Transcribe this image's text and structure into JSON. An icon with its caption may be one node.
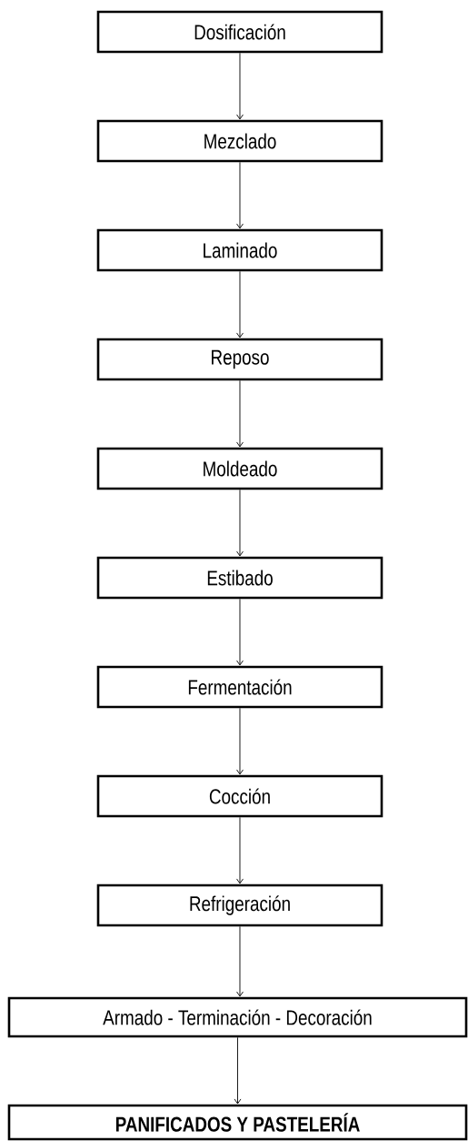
{
  "diagram": {
    "nodes": [
      {
        "text": [
          "Dosificación"
        ]
      },
      {
        "text": [
          "Mezclado"
        ]
      },
      {
        "text": [
          "Laminado"
        ]
      },
      {
        "text": [
          "Reposo"
        ]
      },
      {
        "text": [
          "Moldeado"
        ]
      },
      {
        "text": [
          "Estibado"
        ]
      },
      {
        "text": [
          "Fermentación"
        ]
      },
      {
        "text": [
          "Cocción"
        ]
      },
      {
        "text": [
          "Refrigeración"
        ]
      },
      {
        "text": [
          "Armado - Terminación - Decoración"
        ]
      },
      {
        "text": [
          "**PANIFICADOS Y PASTELERÍA**"
        ]
      }
    ],
    "edges": [
      {
        "from": 0,
        "to": 1,
        "arrow": "to"
      },
      {
        "from": 1,
        "to": 2,
        "arrow": "to"
      },
      {
        "from": 2,
        "to": 3,
        "arrow": "to"
      },
      {
        "from": 3,
        "to": 4,
        "arrow": "to"
      },
      {
        "from": 4,
        "to": 5,
        "arrow": "to"
      },
      {
        "from": 5,
        "to": 6,
        "arrow": "to"
      },
      {
        "from": 6,
        "to": 7,
        "arrow": "to"
      },
      {
        "from": 7,
        "to": 8,
        "arrow": "to"
      },
      {
        "from": 8,
        "to": 9,
        "arrow": "to"
      },
      {
        "from": 9,
        "to": 10,
        "arrow": "to"
      }
    ]
  }
}
